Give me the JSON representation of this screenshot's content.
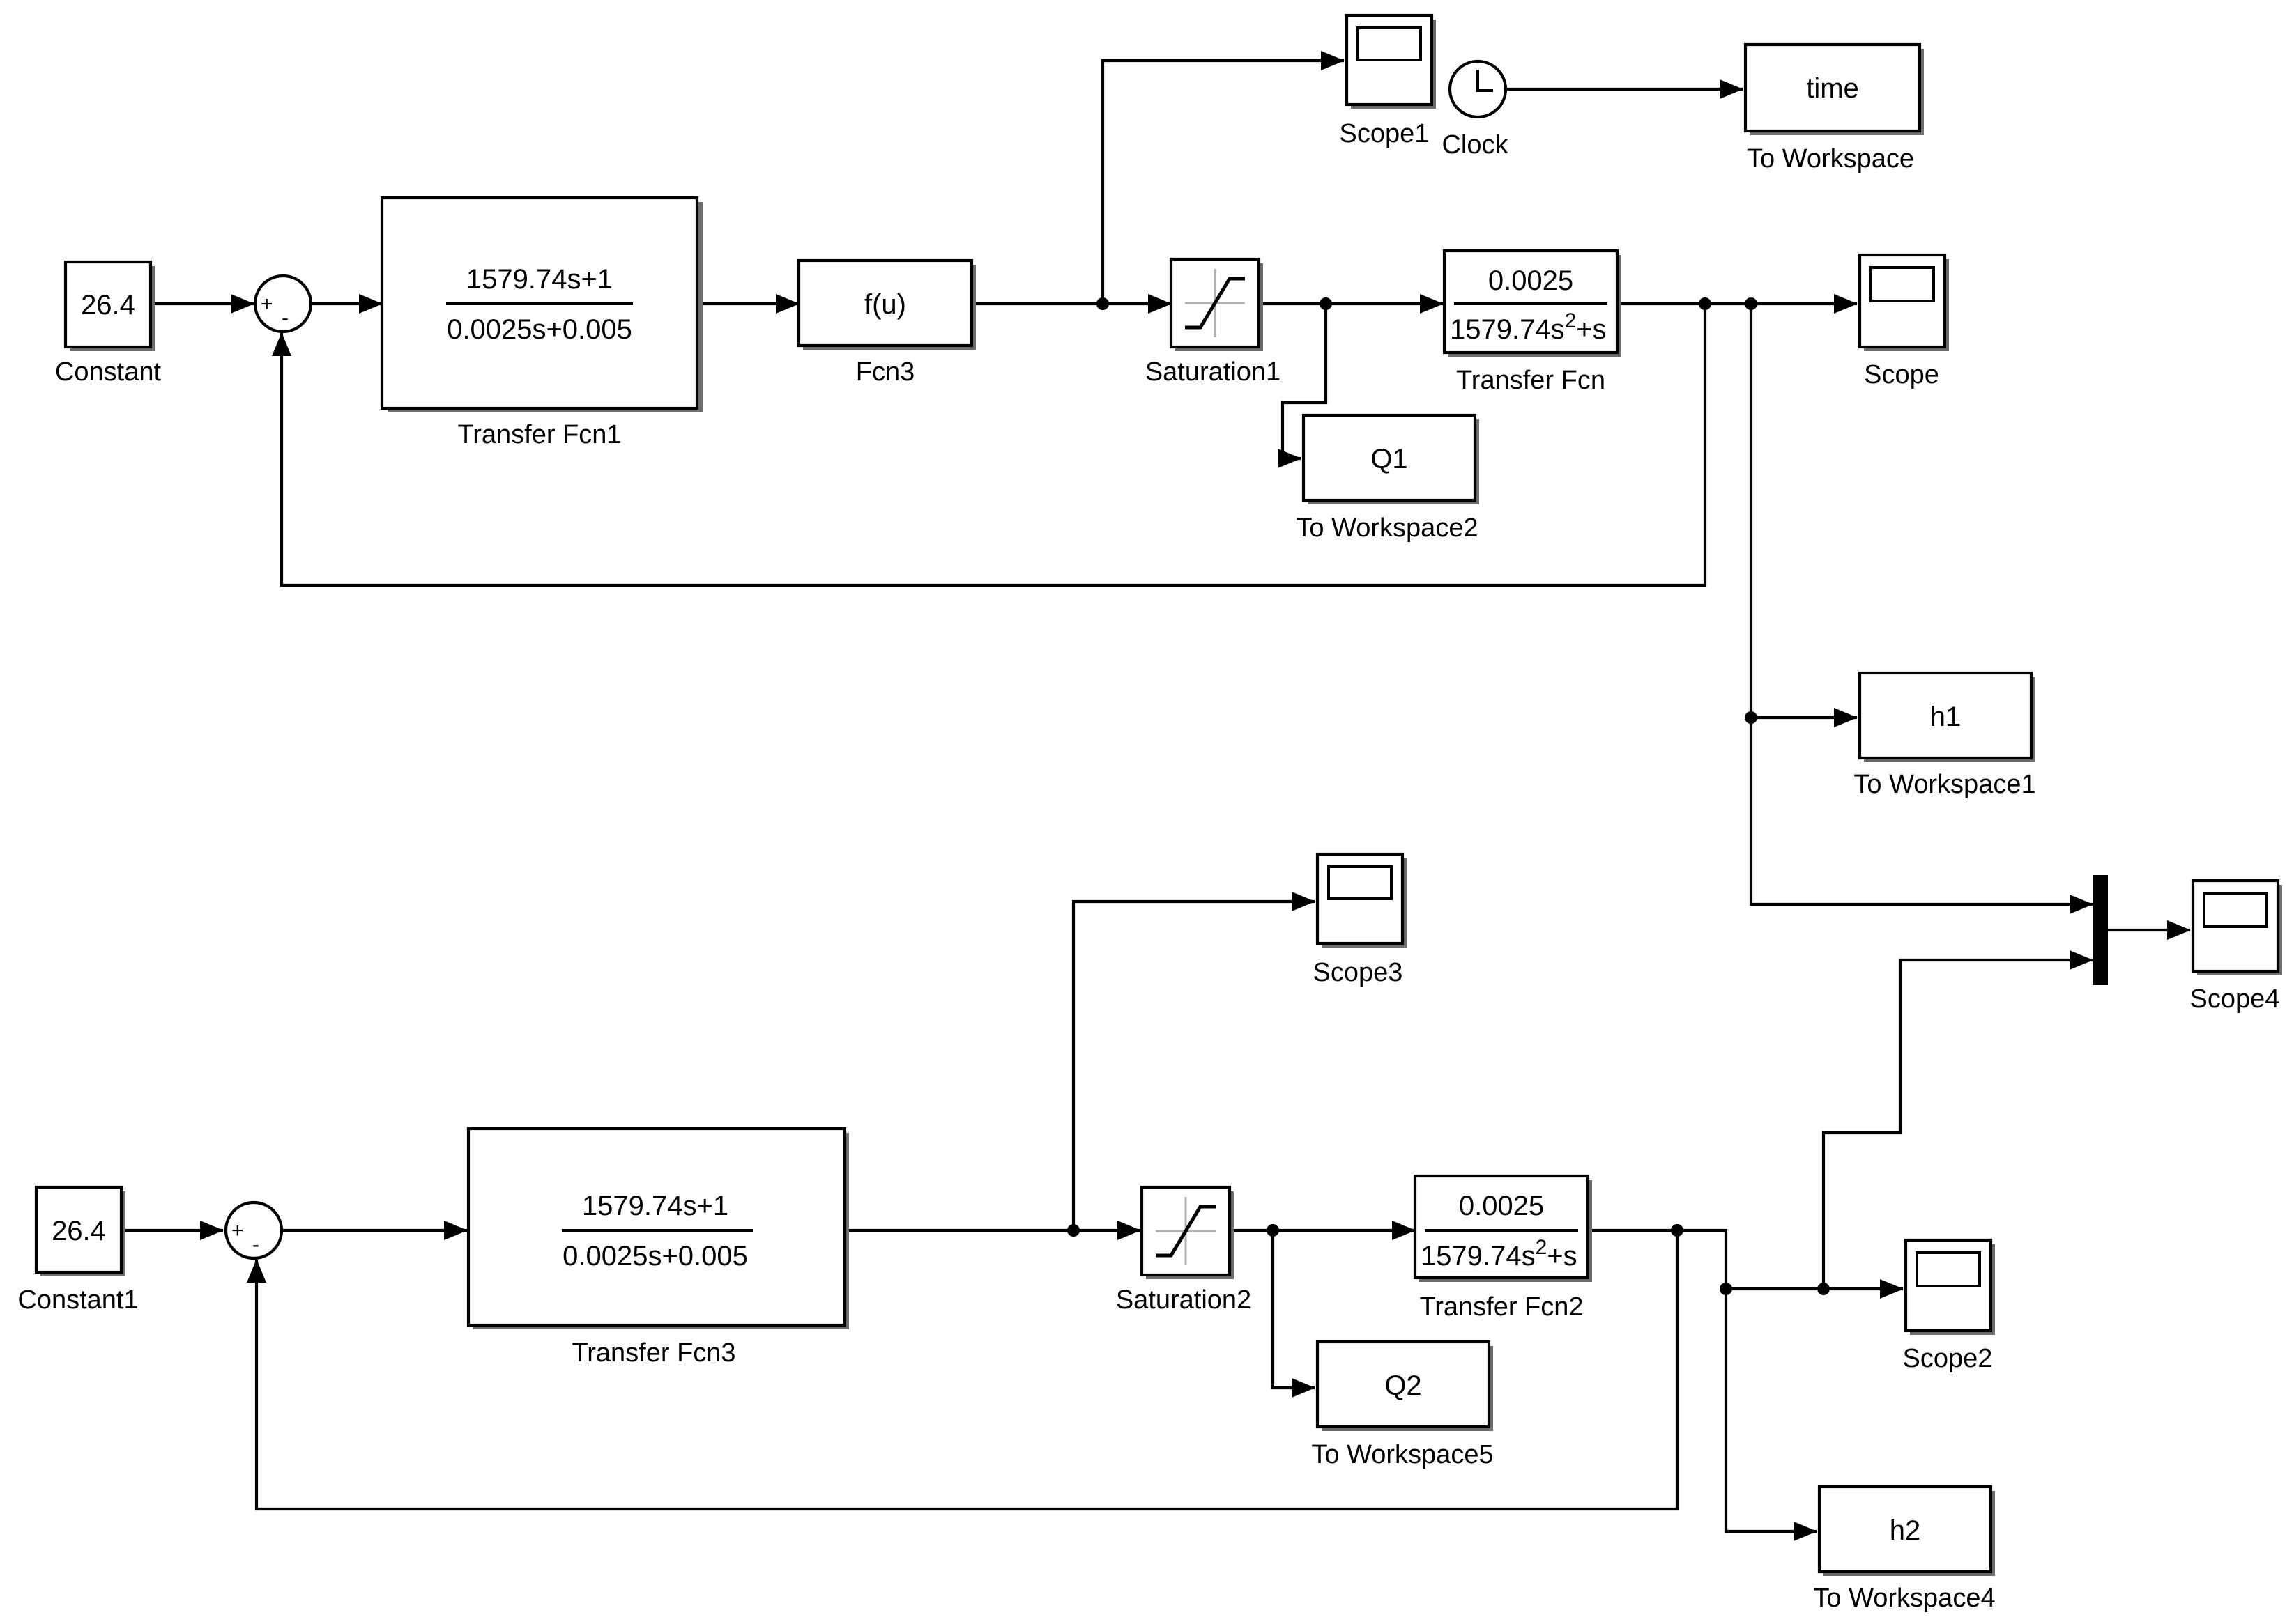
{
  "blocks": {
    "constant": {
      "value": "26.4",
      "label": "Constant"
    },
    "constant1": {
      "value": "26.4",
      "label": "Constant1"
    },
    "sum1": {
      "signs": [
        "+",
        "-"
      ]
    },
    "sum2": {
      "signs": [
        "+",
        "-"
      ]
    },
    "transfer_fcn1": {
      "numerator": "1579.74s+1",
      "denominator": "0.0025s+0.005",
      "label": "Transfer Fcn1"
    },
    "transfer_fcn3": {
      "numerator": "1579.74s+1",
      "denominator": "0.0025s+0.005",
      "label": "Transfer Fcn3"
    },
    "fcn3": {
      "expr": "f(u)",
      "label": "Fcn3"
    },
    "saturation1": {
      "label": "Saturation1"
    },
    "saturation2": {
      "label": "Saturation2"
    },
    "transfer_fcn": {
      "numerator": "0.0025",
      "den_base": "1579.74s",
      "den_exp": "2",
      "den_tail": "+s",
      "label": "Transfer Fcn"
    },
    "transfer_fcn2": {
      "numerator": "0.0025",
      "den_base": "1579.74s",
      "den_exp": "2",
      "den_tail": "+s",
      "label": "Transfer Fcn2"
    },
    "scope": {
      "label": "Scope"
    },
    "scope1": {
      "label": "Scope1"
    },
    "scope2": {
      "label": "Scope2"
    },
    "scope3": {
      "label": "Scope3"
    },
    "scope4": {
      "label": "Scope4"
    },
    "clock": {
      "label": "Clock"
    },
    "to_workspace": {
      "variable": "time",
      "label": "To Workspace"
    },
    "to_workspace1": {
      "variable": "h1",
      "label": "To Workspace1"
    },
    "to_workspace2": {
      "variable": "Q1",
      "label": "To Workspace2"
    },
    "to_workspace4": {
      "variable": "h2",
      "label": "To Workspace4"
    },
    "to_workspace5": {
      "variable": "Q2",
      "label": "To Workspace5"
    }
  }
}
